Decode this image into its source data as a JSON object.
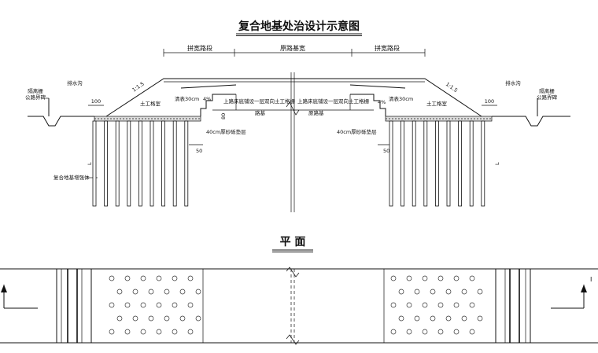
{
  "title": "复合地基处治设计示意图",
  "top_labels": {
    "widen_left": "拼宽路段",
    "original": "原路基宽",
    "widen_right": "拼宽路段"
  },
  "left_side": {
    "fence": "隔离栅",
    "boundary": "公路界碑",
    "ditch": "排水沟",
    "dim_100": "100",
    "slope": "1:1.5",
    "geogrid_cell": "土工格室",
    "clear_surface": "清表30cm",
    "pct": "4%",
    "geogrid_line": "上路床底铺设一层双向土工格栅",
    "dim_80": "80",
    "roadbed": "路基",
    "gravel": "40cm厚砂砾垫层",
    "dim_50": "50",
    "pile_label": "复合地基增强体",
    "dim_l": "L"
  },
  "right_side": {
    "fence": "隔离栅",
    "boundary": "公路界碑",
    "ditch": "排水沟",
    "dim_100": "100",
    "slope": "1:1.5",
    "geogrid_cell": "土工格室",
    "clear_surface": "清表30cm",
    "pct": "4%",
    "geogrid_line": "上路床底铺设一层双向土工格栅",
    "roadbed": "原路基",
    "gravel": "40cm厚砂砾垫层",
    "dim_50": "50",
    "dim_l": "L"
  },
  "plan": {
    "title": "平 面",
    "section_mark": "I"
  }
}
